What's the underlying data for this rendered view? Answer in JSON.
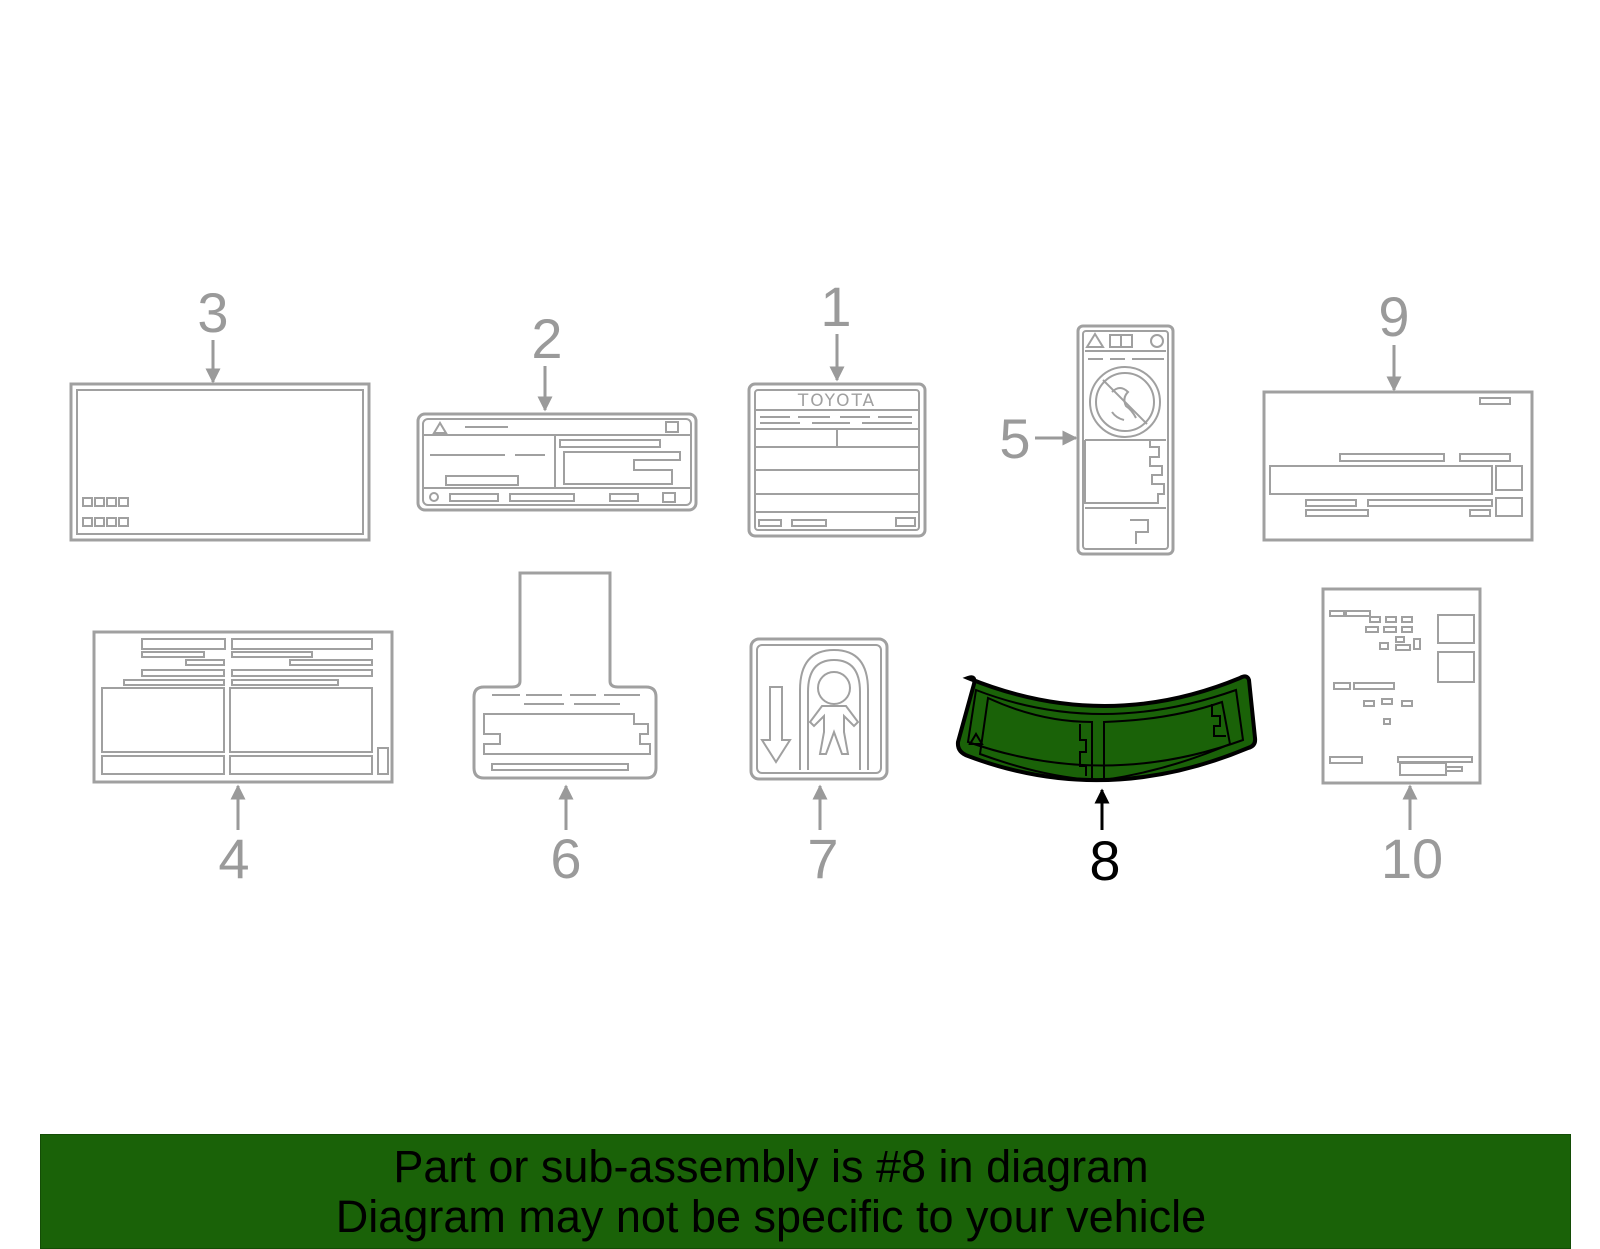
{
  "colors": {
    "part_gray": "#a0a0a0",
    "highlight_fill": "#1a6208",
    "highlight_stroke": "#000000",
    "callout_gray": "#9a9a9a",
    "callout_active": "#000000",
    "banner_background": "#1a6208",
    "banner_text": "#000000"
  },
  "highlighted_part": "8",
  "callouts": {
    "p1": "1",
    "p2": "2",
    "p3": "3",
    "p4": "4",
    "p5": "5",
    "p6": "6",
    "p7": "7",
    "p8": "8",
    "p9": "9",
    "p10": "10"
  },
  "label_1_logo": "TOYOTA",
  "banner": {
    "line1": "Part or sub-assembly is #8 in diagram",
    "line2": "Diagram may not be specific to your vehicle"
  }
}
